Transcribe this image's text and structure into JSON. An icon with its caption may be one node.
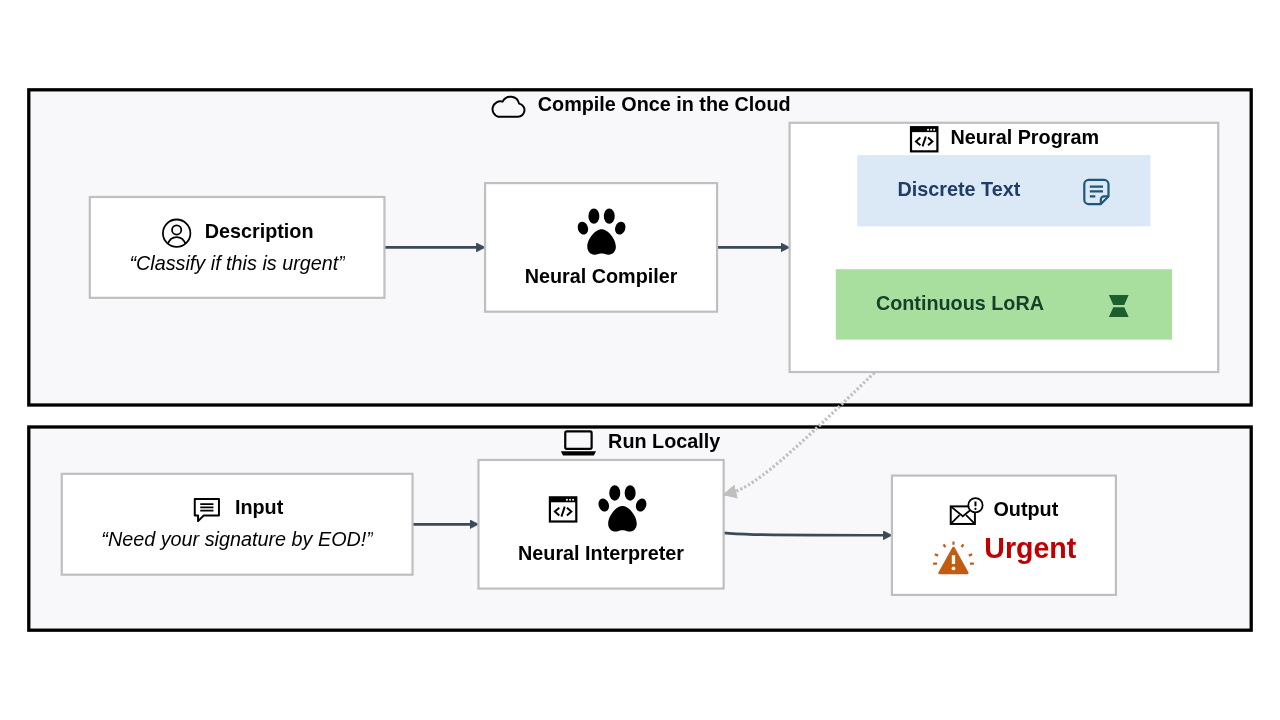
{
  "diagram": {
    "nodes": [
      {
        "text": [
          "Compile Once in the Cloud"
        ]
      },
      {
        "text": [
          "Description",
          "“Classify if this is urgent”"
        ],
        "in": 0
      },
      {
        "text": [
          "Neural Compiler"
        ],
        "in": 0
      },
      {
        "text": [
          "Neural Program"
        ],
        "in": 0
      },
      {
        "text": [
          "Discrete Text"
        ],
        "in": 3
      },
      {
        "text": [
          "Continuous LoRA"
        ],
        "in": 3
      },
      {
        "text": [
          "Run Locally"
        ]
      },
      {
        "text": [
          "Input",
          "“Need your signature by EOD!”"
        ],
        "in": 6
      },
      {
        "text": [
          "Neural Interpreter"
        ],
        "in": 6
      },
      {
        "text": [
          "Output",
          "Urgent"
        ],
        "in": 6
      }
    ],
    "edges": [
      {
        "from": 1,
        "to": 2,
        "arrow": "to"
      },
      {
        "from": 2,
        "to": 3,
        "arrow": "to"
      },
      {
        "from": 3,
        "to": 8,
        "arrow": "to",
        "style": "dashed",
        "color": "#bfbfbf"
      },
      {
        "from": 7,
        "to": 8,
        "arrow": "to"
      },
      {
        "from": 8,
        "to": 9,
        "arrow": "to"
      }
    ]
  }
}
